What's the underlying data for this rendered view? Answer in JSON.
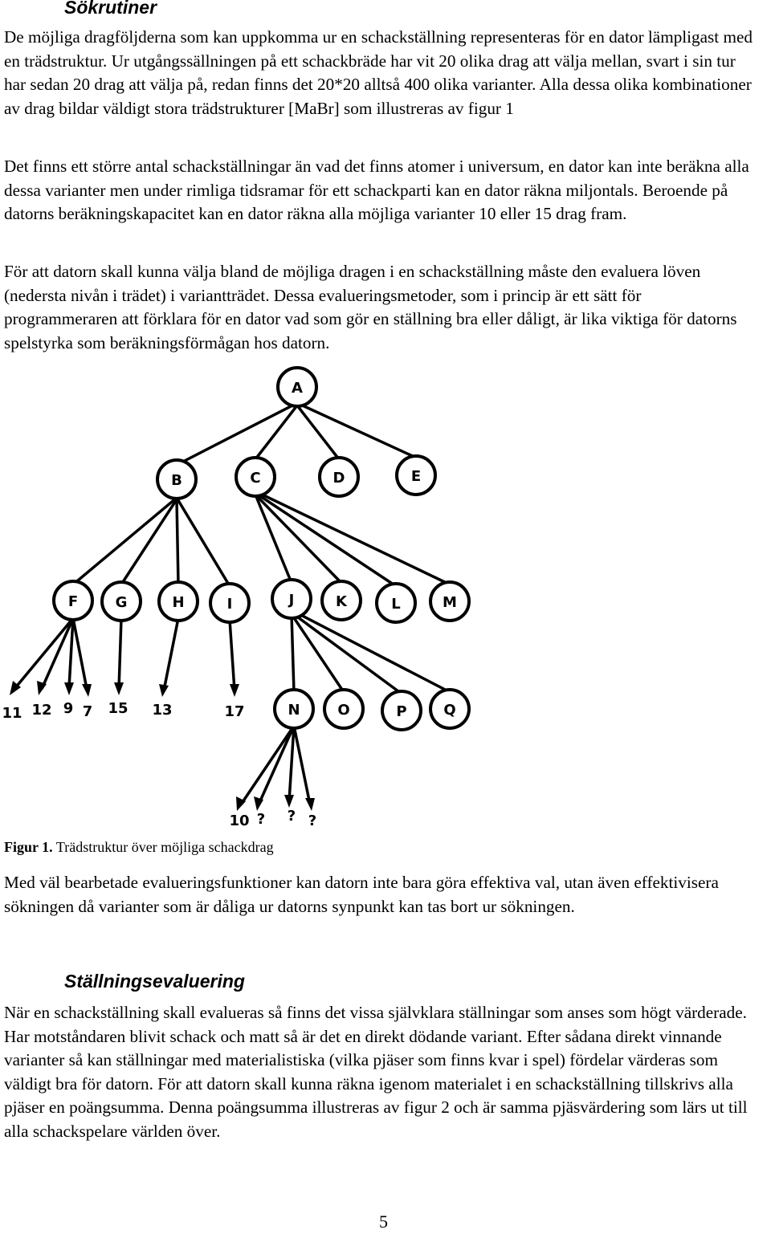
{
  "sections": {
    "sokrutiner": {
      "title": "Sökrutiner",
      "paragraphs": [
        "De möjliga dragföljderna som kan uppkomma ur en schackställning representeras för en dator lämpligast med en trädstruktur. Ur utgångssällningen på ett schackbräde har vit 20 olika drag att välja mellan, svart i sin tur har sedan 20 drag att välja på, redan finns det 20*20 alltså 400 olika varianter. Alla dessa olika kombinationer av drag bildar väldigt stora trädstrukturer [MaBr] som illustreras av figur 1",
        "Det finns ett större antal schackställningar än vad det finns atomer i universum, en dator kan inte beräkna alla dessa varianter men under rimliga tidsramar för ett schackparti kan en dator räkna miljontals. Beroende på datorns beräkningskapacitet kan en dator räkna alla möjliga varianter 10 eller 15 drag fram.",
        "För att datorn skall kunna välja bland de möjliga dragen i en schackställning måste den evaluera löven (nedersta nivån i trädet) i variantträdet. Dessa evalueringsmetoder, som i princip är ett sätt för programmeraren att förklara för en dator vad som gör en ställning bra eller dåligt, är lika viktiga för datorns spelstyrka som beräkningsförmågan hos datorn."
      ]
    },
    "figure": {
      "caption_label": "Figur 1.",
      "caption_text": " Trädstruktur över möjliga schackdrag",
      "nodes": {
        "A": "A",
        "B": "B",
        "C": "C",
        "D": "D",
        "E": "E",
        "F": "F",
        "G": "G",
        "H": "H",
        "I": "I",
        "J": "J",
        "K": "K",
        "L": "L",
        "M": "M",
        "N": "N",
        "O": "O",
        "P": "P",
        "Q": "Q"
      },
      "leaves_level3": [
        "11",
        "12",
        "9",
        "7",
        "15",
        "13",
        "17"
      ],
      "leaves_level5": [
        "10",
        "?",
        "?",
        "?"
      ]
    },
    "after_figure": {
      "paragraph": "Med väl bearbetade evalueringsfunktioner kan datorn inte bara göra effektiva val, utan även effektivisera sökningen då varianter som är dåliga ur datorns synpunkt kan tas bort ur sökningen."
    },
    "stallningsevaluering": {
      "title": "Ställningsevaluering",
      "paragraph": "När en schackställning skall evalueras så finns det vissa självklara ställningar som anses som högt värderade. Har motståndaren blivit schack och matt så är det en direkt dödande variant. Efter sådana direkt vinnande varianter så kan ställningar med materialistiska (vilka pjäser som finns kvar i spel) fördelar värderas som väldigt bra för datorn. För att datorn skall kunna räkna igenom materialet i en schackställning tillskrivs alla pjäser en poängsumma. Denna poängsumma illustreras av figur 2 och är samma pjäsvärdering som lärs ut till alla schackspelare världen över."
    }
  },
  "page_number": "5"
}
